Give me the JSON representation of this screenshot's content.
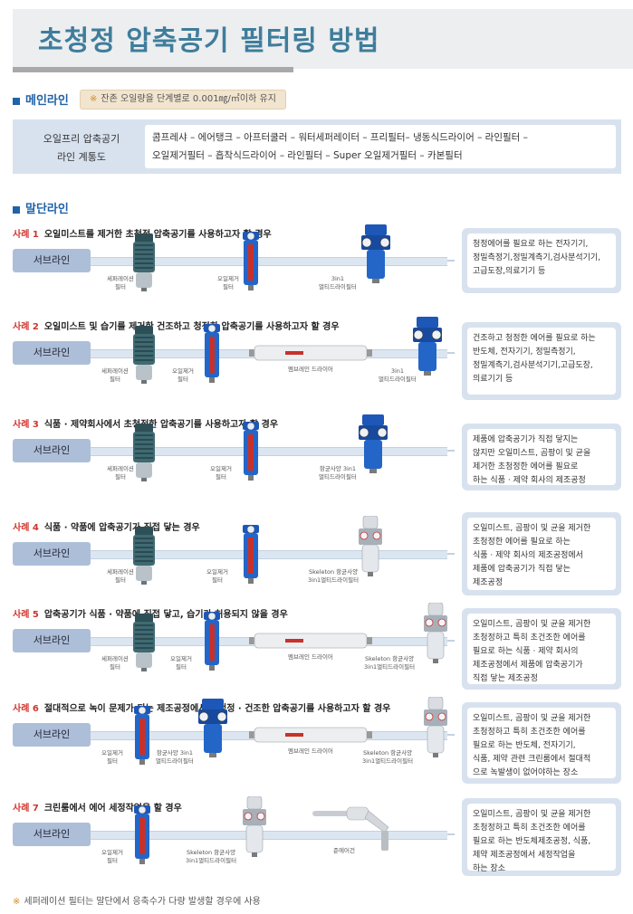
{
  "title": "초청정 압축공기 필터링 방법",
  "main_line": {
    "heading": "메인라인",
    "note": "잔존 오일량을 단계별로 0.001㎎/㎥이하 유지",
    "label": "오일프리 압축공기\n라인 계통도",
    "label_line1": "오일프리 압축공기",
    "label_line2": "라인 계통도",
    "items_line1": "콤프레샤 – 에어탱크 – 아프터쿨러 – 워터세퍼레이터 – 프리필터– 냉동식드라이어 – 라인필터 –",
    "items_line2": "오일제거필터 – 흡착식드라이어 – 라인필터 – Super 오일제거필터 – 카본필터"
  },
  "branch_line": {
    "heading": "말단라인",
    "sub_label": "서브라인"
  },
  "cases": [
    {
      "no": "사례 1",
      "title": "오일미스트를 제거한 초청정 압축공기를 사용하고자 할 경우",
      "captions": [
        "세퍼레이션\n필터",
        "오일제거\n필터",
        "3in1\n멀티드라이필터"
      ],
      "desc": [
        "청정에어를 필요로 하는 전자기기,",
        "정밀측정기,정밀계측기,검사분석기기,",
        "고급도장,의료기기 등"
      ]
    },
    {
      "no": "사례 2",
      "title": "오일미스트 및 습기를 제거한 건조하고 청정한 압축공기를 사용하고자 할 경우",
      "captions": [
        "세퍼레이션\n필터",
        "오일제거\n필터",
        "멤브레인 드라이어",
        "3in1\n멀티드라이필터"
      ],
      "desc": [
        "건조하고 청정한 에어를 필요로 하는",
        "반도체, 전자기기, 정밀측정기,",
        "정밀계측기,검사분석기기,고급도장,",
        "의료기기 등"
      ]
    },
    {
      "no": "사례 3",
      "title": "식품 · 제약회사에서 초청정한 압축공기를 사용하고자 할 경우",
      "captions": [
        "세퍼레이션\n필터",
        "오일제거\n필터",
        "항균사양 3in1\n멀티드라이필터"
      ],
      "desc": [
        "제품에 압축공기가 직접 닿지는",
        "않지만 오일미스트, 곰팡이 및 균을",
        "제거한 초청정한 에어를 필요로",
        "하는 식품 · 제약 회사의 제조공정"
      ]
    },
    {
      "no": "사례 4",
      "title": "식품 · 약품에 압축공기가 직접 닿는 경우",
      "captions": [
        "세퍼레이션\n필터",
        "오일제거\n필터",
        "Skeleton 항균사양\n3in1멀티드라이필터"
      ],
      "desc": [
        "오일미스트, 곰팡이 및 균을 제거한",
        "초청정한 에어를 필요로 하는",
        "식품 · 제약 회사의 제조공정에서",
        "제품에 압축공기가 직접 닿는",
        "제조공정"
      ]
    },
    {
      "no": "사례 5",
      "title": "압축공기가 식품 · 약품에 직접 닿고, 습기가 허용되지 않을 경우",
      "captions": [
        "세퍼레이션\n필터",
        "오일제거\n필터",
        "멤브레인 드라이어",
        "Skeleton 항균사양\n3in1멀티드라이필터"
      ],
      "desc": [
        "오일미스트, 곰팡이 및 균을 제거한",
        "초청정하고 특히 초건조한 에어를",
        "필요로 하는 식품 · 제약 회사의",
        "제조공정에서 제품에 압축공기가",
        "직접 닿는 제조공정"
      ]
    },
    {
      "no": "사례 6",
      "title": "절대적으로 녹이 문제가 되는 제조공정에서 초청정 · 건조한 압축공기를 사용하고자 할 경우",
      "captions": [
        "오일제거\n필터",
        "항균사양 3in1\n멀티드라이필터",
        "멤브레인 드라이어",
        "Skeleton 항균사양\n3in1멀티드라이필터"
      ],
      "desc": [
        "오일미스트, 곰팡이 및 균을 제거한",
        "초청정하고 특히 초건조한 에어를",
        "필요로 하는 반도체, 전자기기,",
        "식품, 제약 관련 크린룸에서 절대적",
        "으로 녹발생이 없어야하는 장소"
      ]
    },
    {
      "no": "사례 7",
      "title": "크린룸에서 에어 세정작업을 할 경우",
      "captions": [
        "오일제거\n필터",
        "Skeleton 항균사양\n3in1멀티드라이필터",
        "준에어건"
      ],
      "desc": [
        "오일미스트, 곰팡이 및 균을 제거한",
        "초청정하고 특히 초건조한 에어를",
        "필요로 하는 반도체제조공정, 식품,",
        "제약 제조공정에서 세정작업을",
        "하는 장소"
      ]
    }
  ],
  "footnote": "세퍼레이션 필터는 말단에서 응축수가 다량 발생할 경우에 사용",
  "colors": {
    "title": "#3f7d9b",
    "accent_blue": "#1f63a8",
    "case_no_red": "#d0342c",
    "panel": "#d8e2ef",
    "sub_button": "#adbfd8"
  }
}
